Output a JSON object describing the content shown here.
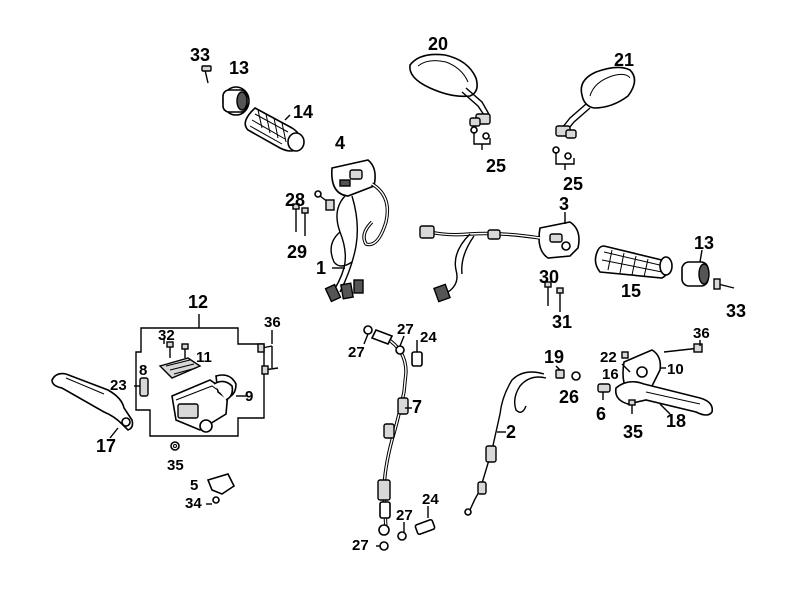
{
  "callouts": [
    {
      "id": "c33a",
      "text": "33"
    },
    {
      "id": "c13a",
      "text": "13"
    },
    {
      "id": "c14",
      "text": "14"
    },
    {
      "id": "c20",
      "text": "20"
    },
    {
      "id": "c21",
      "text": "21"
    },
    {
      "id": "c25a",
      "text": "25"
    },
    {
      "id": "c25b",
      "text": "25"
    },
    {
      "id": "c4",
      "text": "4"
    },
    {
      "id": "c28",
      "text": "28"
    },
    {
      "id": "c29",
      "text": "29"
    },
    {
      "id": "c1",
      "text": "1"
    },
    {
      "id": "c3",
      "text": "3"
    },
    {
      "id": "c13b",
      "text": "13"
    },
    {
      "id": "c15",
      "text": "15"
    },
    {
      "id": "c33b",
      "text": "33"
    },
    {
      "id": "c30",
      "text": "30"
    },
    {
      "id": "c31",
      "text": "31"
    },
    {
      "id": "c12",
      "text": "12"
    },
    {
      "id": "c36a",
      "text": "36"
    },
    {
      "id": "c32",
      "text": "32"
    },
    {
      "id": "c11",
      "text": "11"
    },
    {
      "id": "c8",
      "text": "8"
    },
    {
      "id": "c23",
      "text": "23"
    },
    {
      "id": "c9",
      "text": "9"
    },
    {
      "id": "c17",
      "text": "17"
    },
    {
      "id": "c35a",
      "text": "35"
    },
    {
      "id": "c5",
      "text": "5"
    },
    {
      "id": "c34",
      "text": "34"
    },
    {
      "id": "c27a",
      "text": "27"
    },
    {
      "id": "c27b",
      "text": "27"
    },
    {
      "id": "c24a",
      "text": "24"
    },
    {
      "id": "c7",
      "text": "7"
    },
    {
      "id": "c24b",
      "text": "24"
    },
    {
      "id": "c27c",
      "text": "27"
    },
    {
      "id": "c27d",
      "text": "27"
    },
    {
      "id": "c19",
      "text": "19"
    },
    {
      "id": "c26",
      "text": "26"
    },
    {
      "id": "c2",
      "text": "2"
    },
    {
      "id": "c36b",
      "text": "36"
    },
    {
      "id": "c22",
      "text": "22"
    },
    {
      "id": "c16",
      "text": "16"
    },
    {
      "id": "c10",
      "text": "10"
    },
    {
      "id": "c6",
      "text": "6"
    },
    {
      "id": "c35b",
      "text": "35"
    },
    {
      "id": "c18",
      "text": "18"
    }
  ]
}
